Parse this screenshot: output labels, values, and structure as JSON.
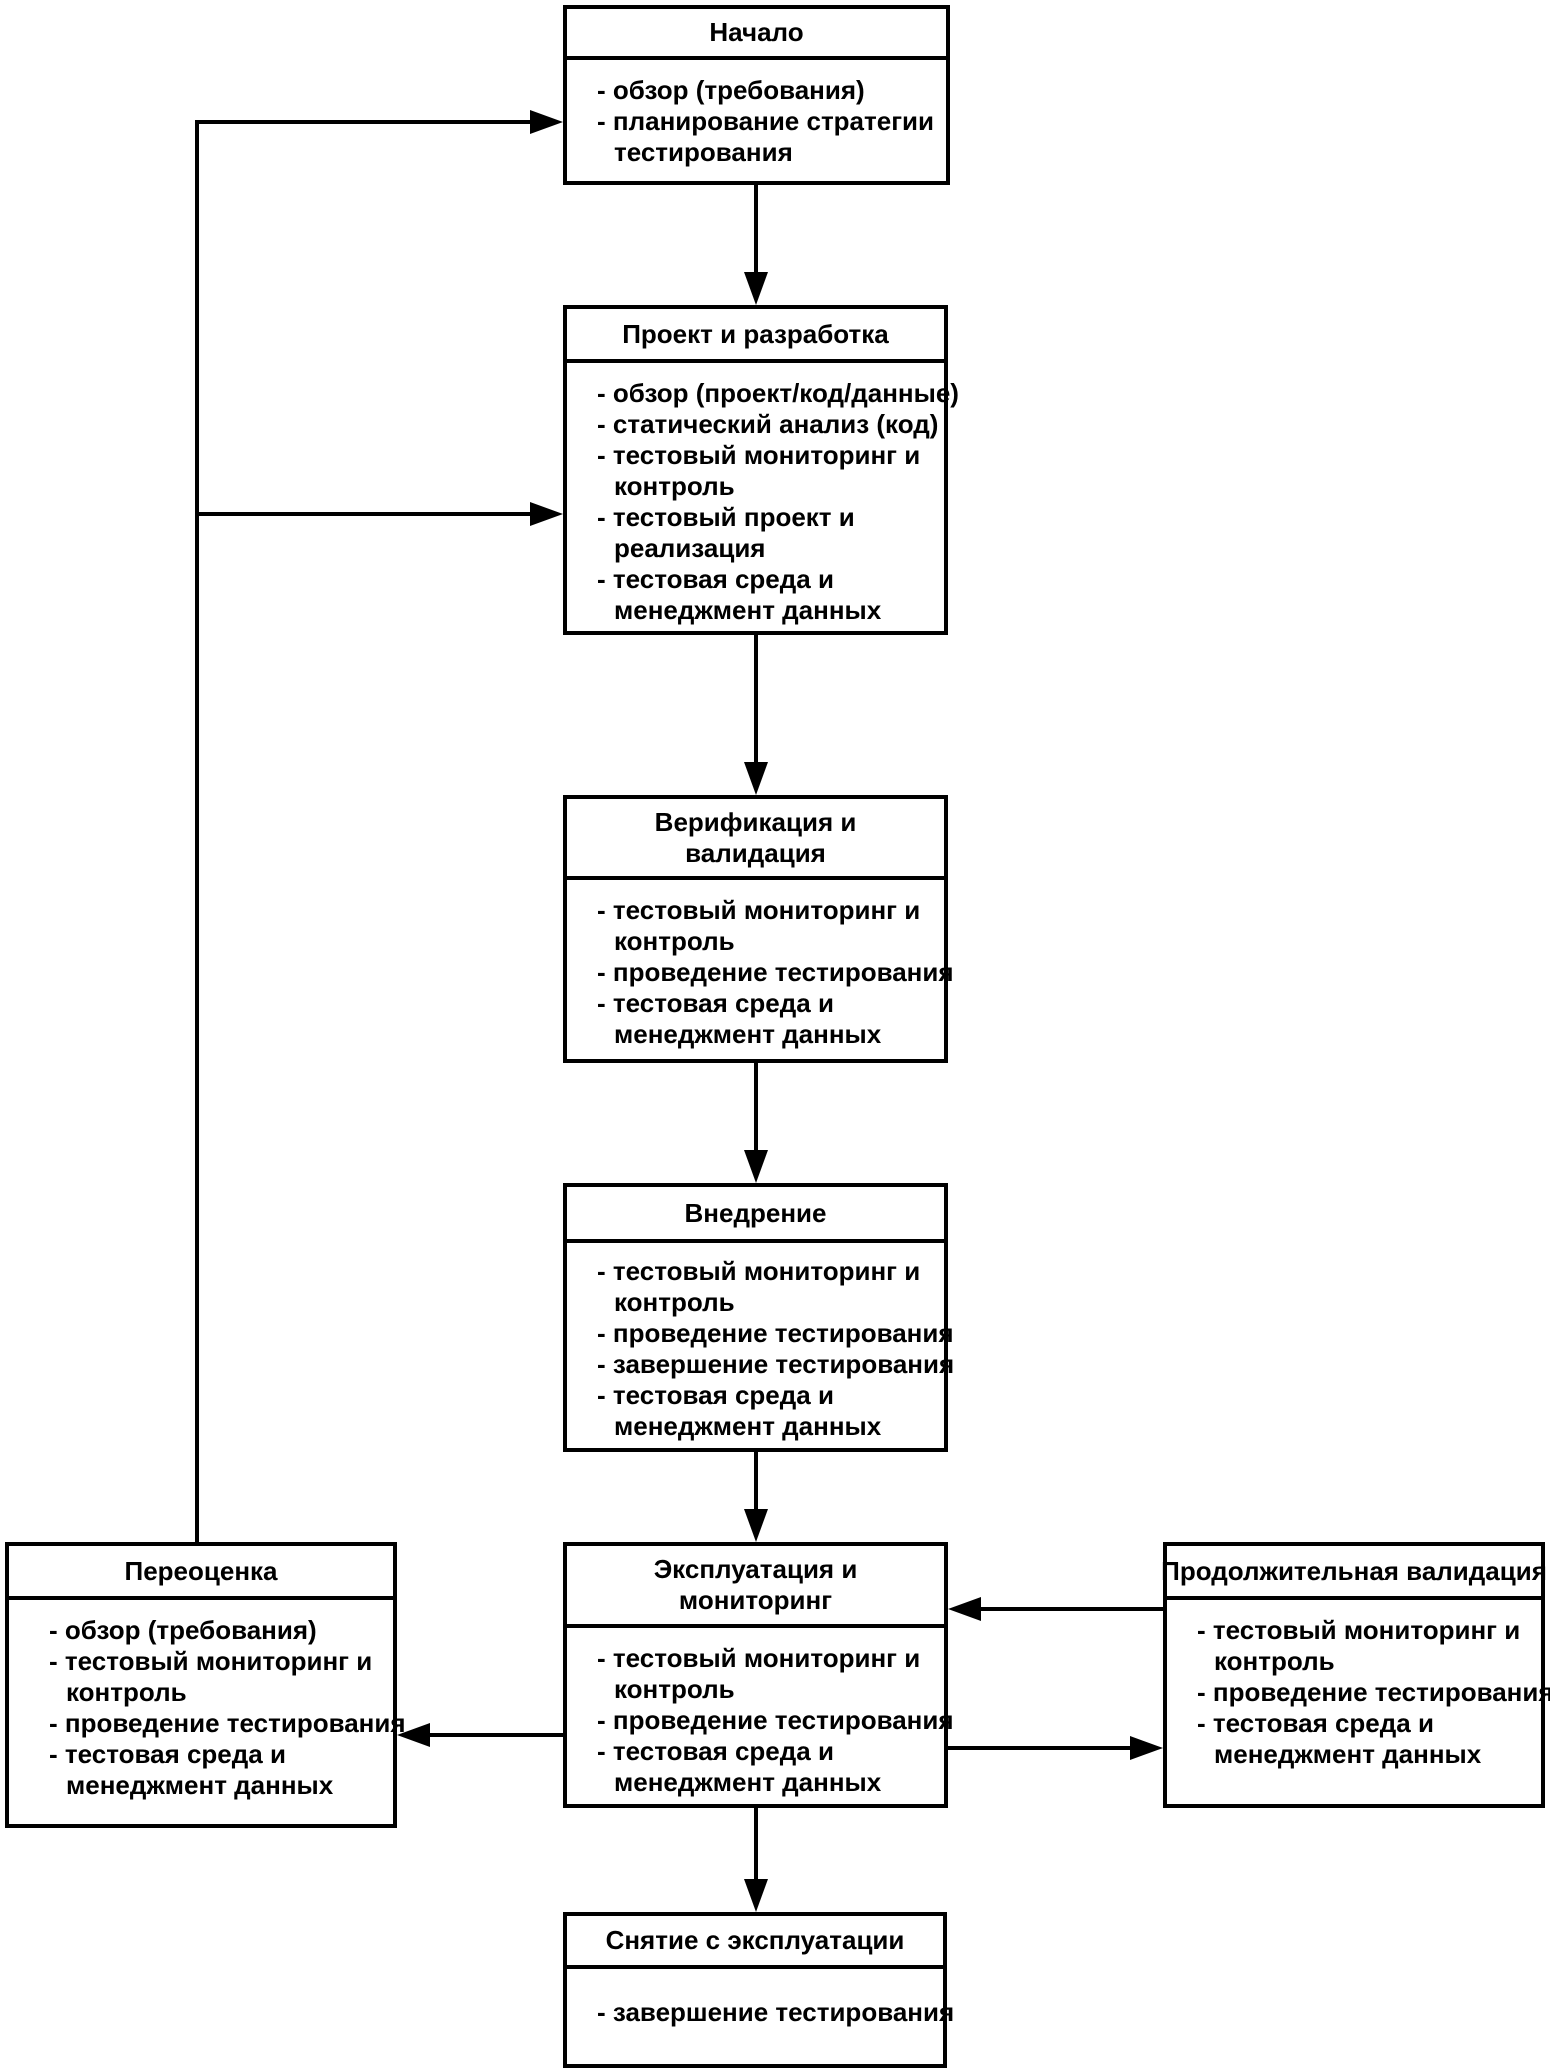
{
  "diagram": {
    "language": "ru",
    "colors": {
      "line": "#000000",
      "background": "#ffffff",
      "text": "#000000"
    },
    "boxes": {
      "start": {
        "title": [
          "Начало"
        ],
        "lines": [
          "- обзор (требования)",
          "- планирование стратегии",
          "тестирования"
        ]
      },
      "design": {
        "title": [
          "Проект и разработка"
        ],
        "lines": [
          "- обзор (проект/код/данные)",
          "- статический анализ (код)",
          "- тестовый мониторинг и",
          "контроль",
          "- тестовый проект и",
          "реализация",
          "- тестовая среда и",
          "менеджмент данных"
        ]
      },
      "verification": {
        "title": [
          "Верификация и",
          "валидация"
        ],
        "lines": [
          "- тестовый мониторинг и",
          "контроль",
          "- проведение тестирования",
          "- тестовая среда и",
          "менеджмент данных"
        ]
      },
      "implementation": {
        "title": [
          "Внедрение"
        ],
        "lines": [
          "- тестовый мониторинг и",
          "контроль",
          "- проведение тестирования",
          "- завершение тестирования",
          "- тестовая среда и",
          "менеджмент данных"
        ]
      },
      "operation": {
        "title": [
          "Эксплуатация и",
          "мониторинг"
        ],
        "lines": [
          "- тестовый мониторинг и",
          "контроль",
          "- проведение тестирования",
          "- тестовая среда и",
          "менеджмент данных"
        ]
      },
      "reassessment": {
        "title": [
          "Переоценка"
        ],
        "lines": [
          "- обзор (требования)",
          "- тестовый мониторинг и",
          "контроль",
          "- проведение тестирования",
          "- тестовая среда и",
          "менеджмент данных"
        ]
      },
      "continuous_validation": {
        "title": [
          "Продолжительная валидация"
        ],
        "lines": [
          "- тестовый мониторинг и",
          "контроль",
          "- проведение тестирования",
          "- тестовая среда и",
          "менеджмент данных"
        ]
      },
      "decommissioning": {
        "title": [
          "Снятие с эксплуатации"
        ],
        "lines": [
          "- завершение тестирования"
        ]
      }
    },
    "connections": {
      "start_to_design": "Начало → Проект и разработка",
      "design_to_verification": "Проект и разработка → Верификация и валидация",
      "verification_to_implementation": "Верификация и валидация → Внедрение",
      "implementation_to_operation": "Внедрение → Эксплуатация и мониторинг",
      "operation_to_decommissioning": "Эксплуатация и мониторинг → Снятие с эксплуатации",
      "continuous_to_operation": "Продолжительная валидация → Эксплуатация и мониторинг",
      "operation_to_continuous": "Эксплуатация и мониторинг → Продолжительная валидация",
      "operation_to_reassessment": "Эксплуатация и мониторинг → Переоценка",
      "reassessment_to_start": "Переоценка → Начало",
      "reassessment_to_design": "Переоценка → Проект и разработка"
    }
  }
}
